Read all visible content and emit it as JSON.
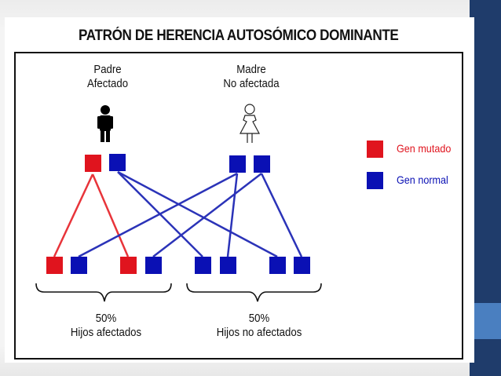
{
  "title": "PATRÓN DE HERENCIA AUTOSÓMICO DOMINANTE",
  "parents": {
    "father": {
      "line1": "Padre",
      "line2": "Afectado"
    },
    "mother": {
      "line1": "Madre",
      "line2": "No afectada"
    }
  },
  "legend": {
    "mutated": {
      "label": "Gen mutado",
      "color": "#e0141e"
    },
    "normal": {
      "label": "Gen normal",
      "color": "#0a10b4"
    }
  },
  "groups": {
    "affected": {
      "percent": "50%",
      "label": "Hijos afectados"
    },
    "unaffected": {
      "percent": "50%",
      "label": "Hijos no afectados"
    }
  },
  "colors": {
    "red": "#e0141e",
    "blue": "#0a10b4",
    "line_red": "#e8343a",
    "line_blue": "#2b33b8",
    "accent_dark": "#1f3c6b",
    "accent_light": "#4a7fc0"
  }
}
